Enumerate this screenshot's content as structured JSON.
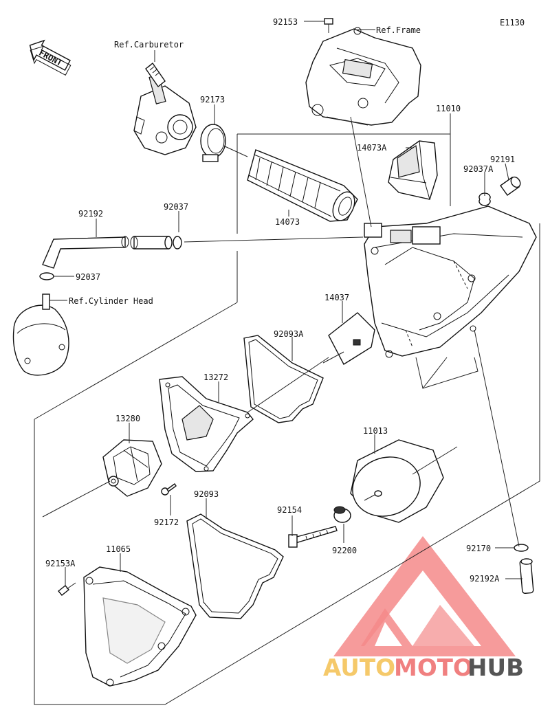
{
  "diagram_code": "E1130",
  "front_label": "FRONT",
  "labels": {
    "p92153": "92153",
    "ref_frame": "Ref.Frame",
    "ref_carburetor": "Ref.Carburetor",
    "p92173": "92173",
    "p11010": "11010",
    "p14073A": "14073A",
    "p92191": "92191",
    "p92037A": "92037A",
    "p92192": "92192",
    "p92037_top": "92037",
    "p14073": "14073",
    "p92037_bottom": "92037",
    "ref_cylinder_head": "Ref.Cylinder Head",
    "p14037": "14037",
    "p92093A": "92093A",
    "p13272": "13272",
    "p13280": "13280",
    "p11013": "11013",
    "p92172": "92172",
    "p92093": "92093",
    "p92154": "92154",
    "p92200": "92200",
    "p11065": "11065",
    "p92153A": "92153A",
    "p92170": "92170",
    "p92192A": "92192A"
  },
  "watermark": {
    "part1": "AUTO",
    "part2": "MOTO",
    "part3": "HUB",
    "colors": {
      "auto": "#f5c96a",
      "moto": "#f08080",
      "hub": "#555555",
      "logo": "#f06b6b"
    }
  }
}
